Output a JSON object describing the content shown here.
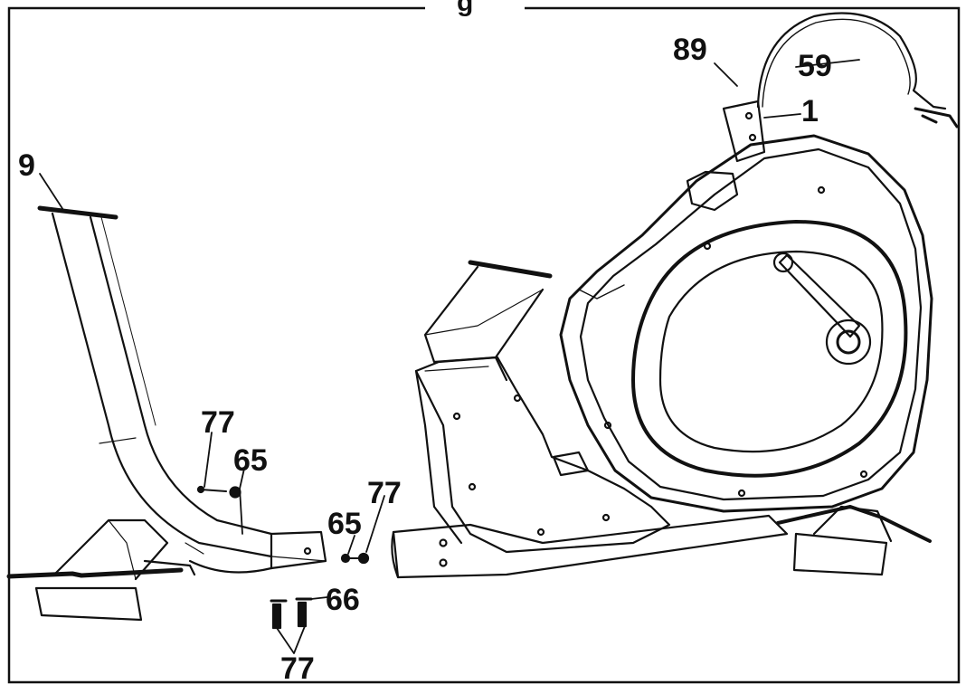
{
  "diagram": {
    "header_fragment": "g",
    "callouts": [
      {
        "id": "c9",
        "label": "9"
      },
      {
        "id": "c89",
        "label": "89"
      },
      {
        "id": "c59",
        "label": "59"
      },
      {
        "id": "c1",
        "label": "1"
      },
      {
        "id": "c77a",
        "label": "77"
      },
      {
        "id": "c65a",
        "label": "65"
      },
      {
        "id": "c77b",
        "label": "77"
      },
      {
        "id": "c65b",
        "label": "65"
      },
      {
        "id": "c66",
        "label": "66"
      },
      {
        "id": "c77c",
        "label": "77"
      }
    ]
  }
}
